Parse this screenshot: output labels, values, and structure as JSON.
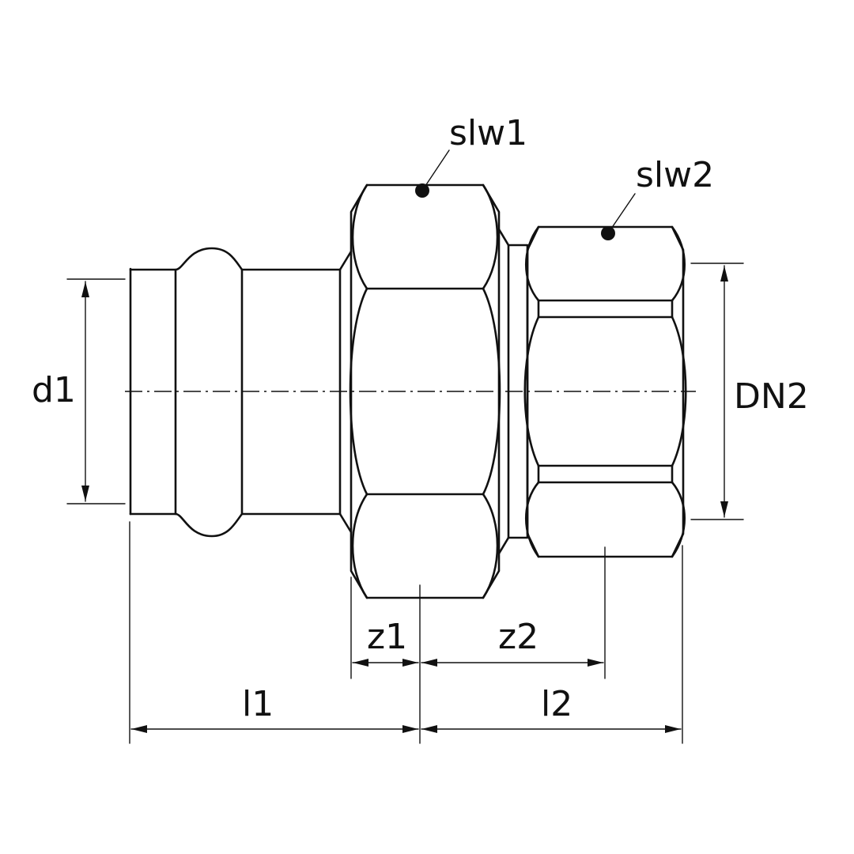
{
  "labels": {
    "d1": "d1",
    "DN2": "DN2",
    "slw1": "slw1",
    "slw2": "slw2",
    "z1": "z1",
    "z2": "z2",
    "l1": "l1",
    "l2": "l2"
  }
}
